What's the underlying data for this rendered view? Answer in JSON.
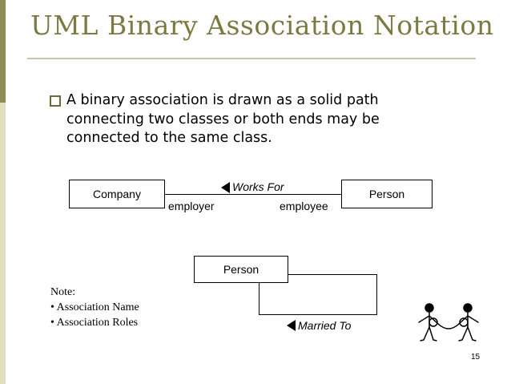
{
  "slide": {
    "title": "UML Binary Association Notation",
    "bullet": "A binary association is drawn as a solid path connecting two classes or both ends may be connected to the same class.",
    "page_number": "15"
  },
  "diagram1": {
    "left_class": "Company",
    "right_class": "Person",
    "association_name": "Works For",
    "left_role": "employer",
    "right_role": "employee"
  },
  "diagram2": {
    "class": "Person",
    "association_name": "Married To"
  },
  "note": {
    "heading": "Note:",
    "items": [
      "Association Name",
      "Association Roles"
    ]
  },
  "colors": {
    "title": "#7c7a43",
    "side_bar_dark": "#8f8d54",
    "side_bar_light": "#e2e0bc"
  }
}
